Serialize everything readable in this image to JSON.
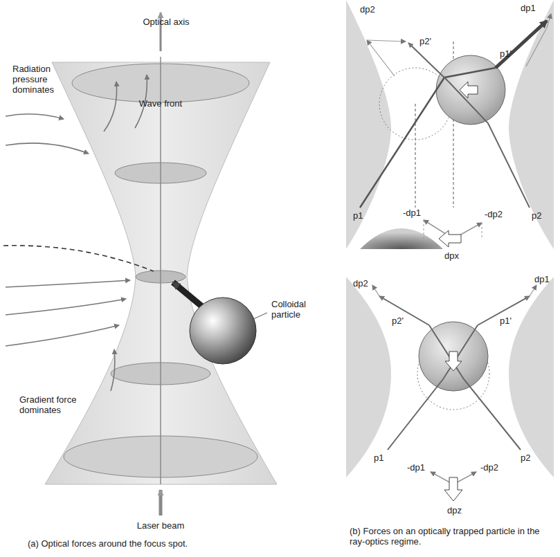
{
  "diagram": {
    "labels": [
      "Optical axis",
      "Radiation pressure dominates",
      "Wave front",
      "Colloidal particle",
      "Gradient force dominates",
      "Laser beam",
      "dp2",
      "dp1",
      "p2'",
      "p1'",
      "p1",
      "p2",
      "-dp1",
      "-dp2",
      "dpx",
      "dp2",
      "p2'",
      "p1'",
      "dp1",
      "p1",
      "p2",
      "-dp1",
      "-dp2",
      "dpz",
      "(a) Optical forces around the focus spot.",
      "(b) Forces on an optically trapped particle in the ray-optics regime."
    ]
  }
}
